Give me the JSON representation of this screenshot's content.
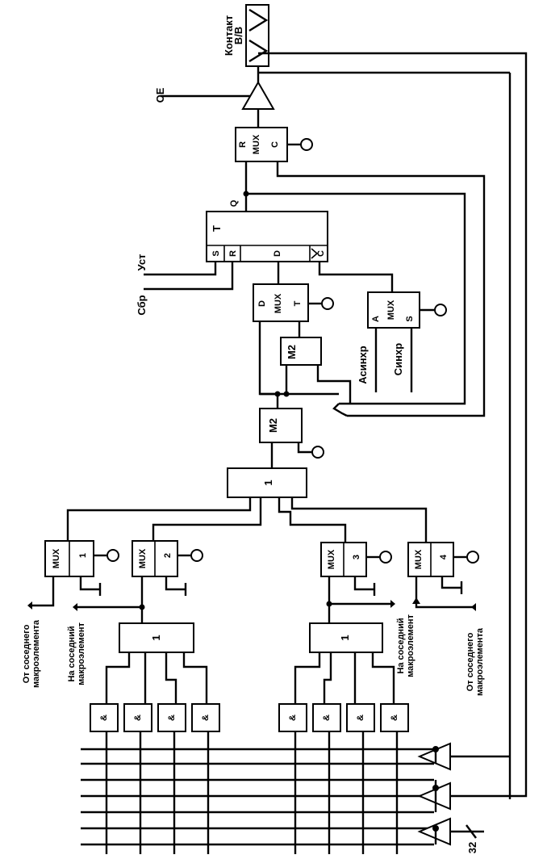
{
  "labels": {
    "contact": "Контакт",
    "io": "В/В",
    "oe": "OE",
    "ust": "Уст",
    "sbr": "Сбр",
    "asinhr": "Асинхр",
    "sinhr": "Синхр",
    "bus_width": "32",
    "from_neighbor_left_1": "От соседнего",
    "from_neighbor_left_2": "макроэлемента",
    "to_neighbor_left_1": "На соседний",
    "to_neighbor_left_2": "макроэлемент",
    "to_neighbor_right_1": "На соседний",
    "to_neighbor_right_2": "макроэлемент",
    "from_neighbor_right_1": "От соседнего",
    "from_neighbor_right_2": "макроэлемента"
  },
  "blocks": {
    "out_mux": {
      "r": "R",
      "name": "MUX",
      "c": "C"
    },
    "trigger": {
      "t": "T",
      "s": "S",
      "r": "R",
      "d": "D",
      "c": "C",
      "q": "Q"
    },
    "d_mux": {
      "d": "D",
      "name": "MUX",
      "t": "T"
    },
    "clk_mux": {
      "a": "A",
      "name": "MUX",
      "s": "S"
    },
    "xor_upper": "M2",
    "xor_lower": "M2",
    "or_main": "1",
    "or_left": "1",
    "or_right": "1",
    "and_gates": [
      "&",
      "&",
      "&",
      "&",
      "&",
      "&",
      "&",
      "&"
    ],
    "mux_inputs": [
      {
        "name": "MUX",
        "index": "1"
      },
      {
        "name": "MUX",
        "index": "2"
      },
      {
        "name": "MUX",
        "index": "3"
      },
      {
        "name": "MUX",
        "index": "4"
      }
    ]
  }
}
